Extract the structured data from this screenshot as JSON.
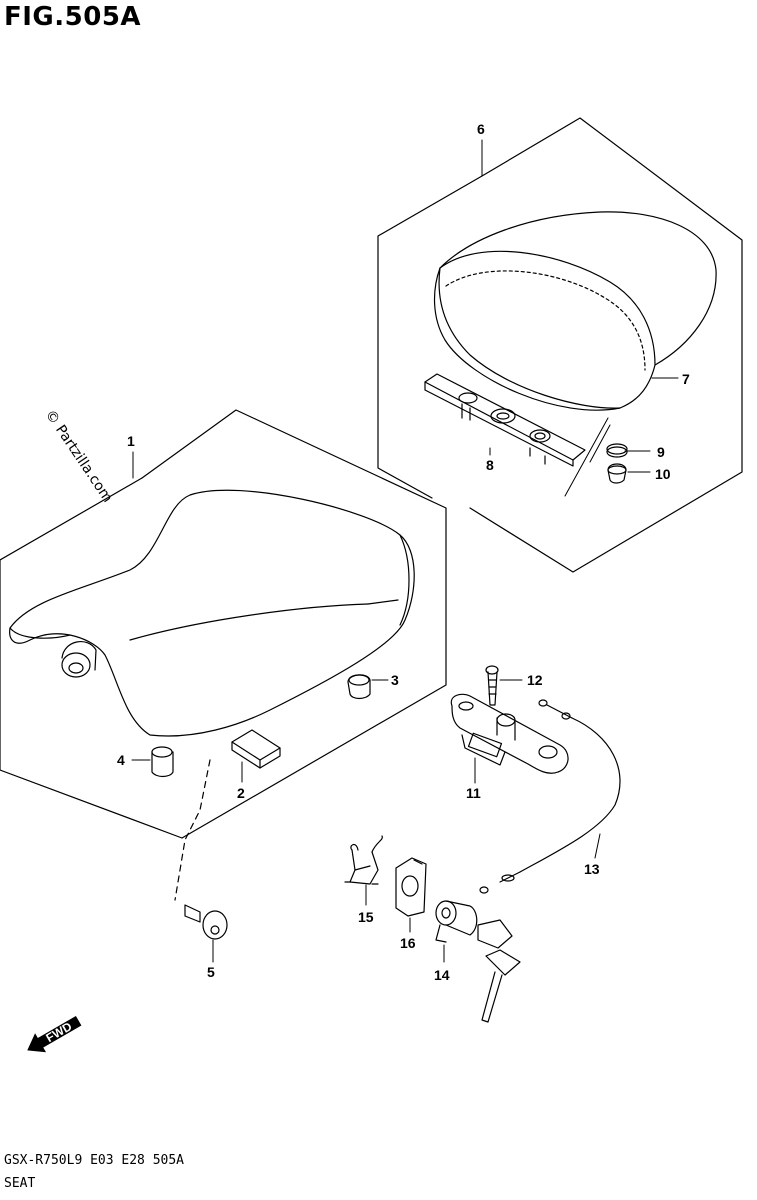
{
  "figure": {
    "title": "FIG.505A"
  },
  "watermark": "© Partzilla.com",
  "footer": {
    "model_code": "GSX-R750L9  E03  E28  505A",
    "section_name": "SEAT"
  },
  "fwd_label": "FWD",
  "callouts": [
    {
      "num": "1"
    },
    {
      "num": "2"
    },
    {
      "num": "3"
    },
    {
      "num": "4"
    },
    {
      "num": "5"
    },
    {
      "num": "6"
    },
    {
      "num": "7"
    },
    {
      "num": "8"
    },
    {
      "num": "9"
    },
    {
      "num": "10"
    },
    {
      "num": "11"
    },
    {
      "num": "12"
    },
    {
      "num": "13"
    },
    {
      "num": "14"
    },
    {
      "num": "15"
    },
    {
      "num": "16"
    }
  ]
}
